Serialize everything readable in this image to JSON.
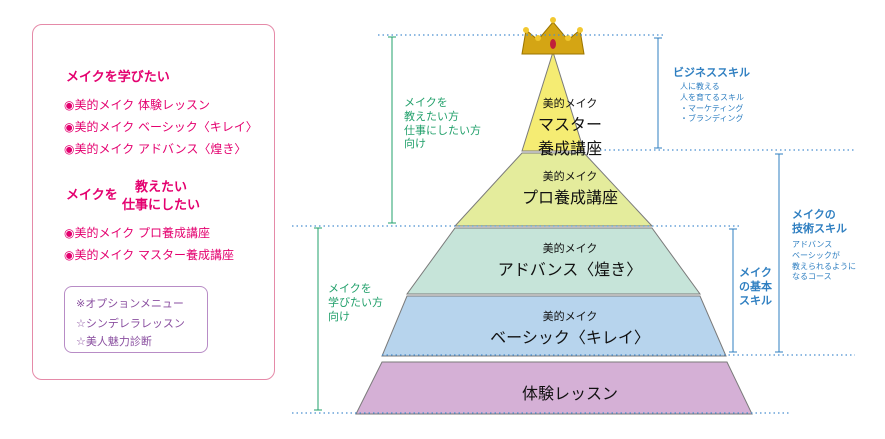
{
  "left_panel": {
    "heading_learn": "メイクを学びたい",
    "learn_items": [
      "◉美的メイク 体験レッスン",
      "◉美的メイク ベーシック〈キレイ〉",
      "◉美的メイク アドバンス〈煌き〉"
    ],
    "heading_teach_prefix": "メイクを",
    "heading_teach_line1": "教えたい",
    "heading_teach_line2": "仕事にしたい",
    "teach_items": [
      "◉美的メイク プロ養成講座",
      "◉美的メイク マスター養成講座"
    ],
    "options": [
      "※オプションメニュー",
      "☆シンデレラレッスン",
      "☆美人魅力診断"
    ]
  },
  "pyramid": {
    "tiers": [
      {
        "small": "美的メイク",
        "big": "マスター",
        "big2": "養成講座",
        "color": "#f5ec73"
      },
      {
        "small": "美的メイク",
        "big": "プロ養成講座",
        "color": "#e4ec9c"
      },
      {
        "small": "美的メイク",
        "big": "アドバンス〈煌き〉",
        "color": "#c6e4d9"
      },
      {
        "small": "美的メイク",
        "big": "ベーシック〈キレイ〉",
        "color": "#b7d4ed"
      },
      {
        "big": "体験レッスン",
        "color": "#d5b0d6"
      }
    ]
  },
  "left_notes": {
    "teach": [
      "メイクを",
      "教えたい方",
      "仕事にしたい方",
      "向け"
    ],
    "learn": [
      "メイクを",
      "学びたい方",
      "向け"
    ]
  },
  "right_notes": {
    "business_title": "ビジネススキル",
    "business_items": [
      "人に教える",
      "人を育てるスキル",
      "・マーケティング",
      "・ブランディング"
    ],
    "tech_title_1": "メイクの",
    "tech_title_2": "技術スキル",
    "tech_items": [
      "アドバンス",
      "ベーシックが",
      "教えられるように",
      "なるコース"
    ],
    "basic_1": "メイク",
    "basic_2": "の基本",
    "basic_3": "スキル"
  },
  "colors": {
    "pink": "#e4006f",
    "green": "#22a06b",
    "blue": "#2f7fc1",
    "purple": "#8a4fa0",
    "crown": "#d4a514"
  }
}
